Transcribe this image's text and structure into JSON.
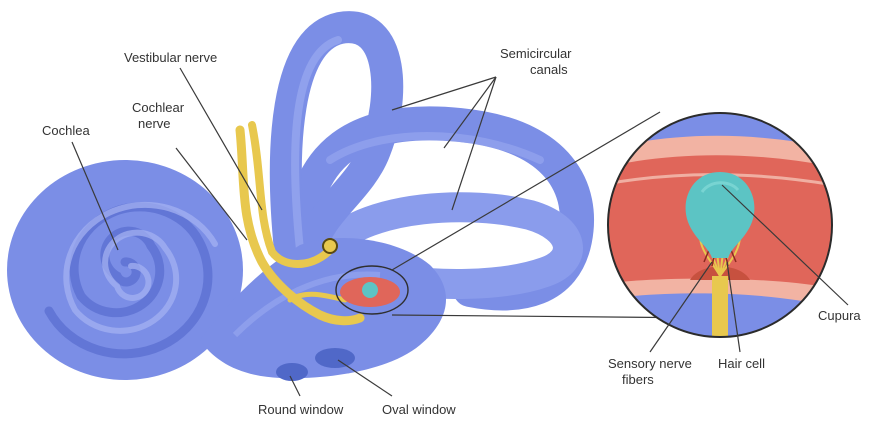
{
  "labels": {
    "cochlea": "Cochlea",
    "vestibular_nerve": "Vestibular nerve",
    "cochlear_nerve_line1": "Cochlear",
    "cochlear_nerve_line2": "nerve",
    "semicircular_line1": "Semicircular",
    "semicircular_line2": "canals",
    "round_window": "Round window",
    "oval_window": "Oval window",
    "sensory_line1": "Sensory nerve",
    "sensory_line2": "fibers",
    "hair_cell": "Hair cell",
    "cupura": "Cupura"
  },
  "colors": {
    "labyrinth": "#7b8ee6",
    "labyrinth_dark": "#5e72d2",
    "labyrinth_light": "#a6b3f2",
    "nerve": "#e8c84e",
    "ampulla_red": "#e0665a",
    "ampulla_pink": "#f2b3a3",
    "cupula": "#5cc4c4"
  }
}
